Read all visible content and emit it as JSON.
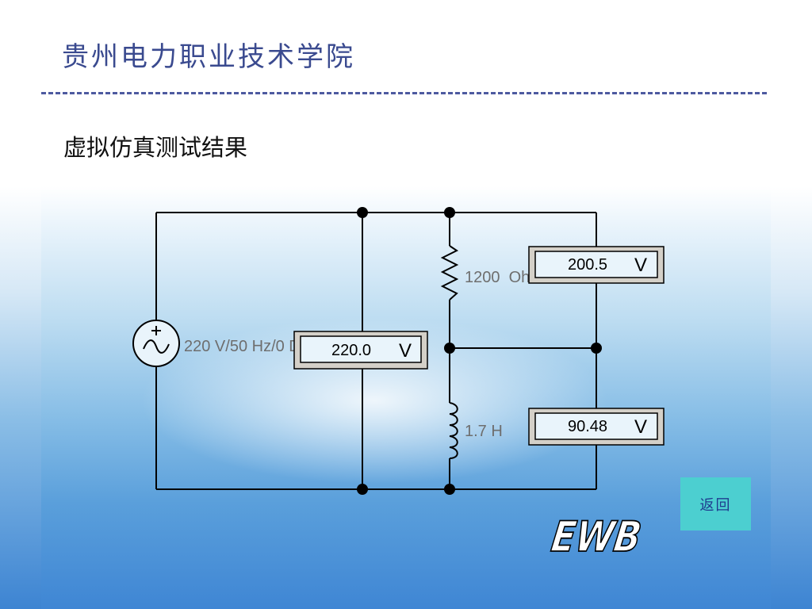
{
  "header": {
    "title": "贵州电力职业技术学院",
    "subtitle": "虚拟仿真测试结果"
  },
  "circuit": {
    "source_label": "220 V/50 Hz/0 Deg",
    "resistor_label": "1200  Ohm",
    "inductor_label": "1.7 H",
    "meter_source": {
      "value": "220.0",
      "unit": "V"
    },
    "meter_resistor": {
      "value": "200.5",
      "unit": "V"
    },
    "meter_inductor": {
      "value": "90.48",
      "unit": "V"
    }
  },
  "nav": {
    "back_label": "返回"
  },
  "logo": {
    "text": "EWB"
  }
}
